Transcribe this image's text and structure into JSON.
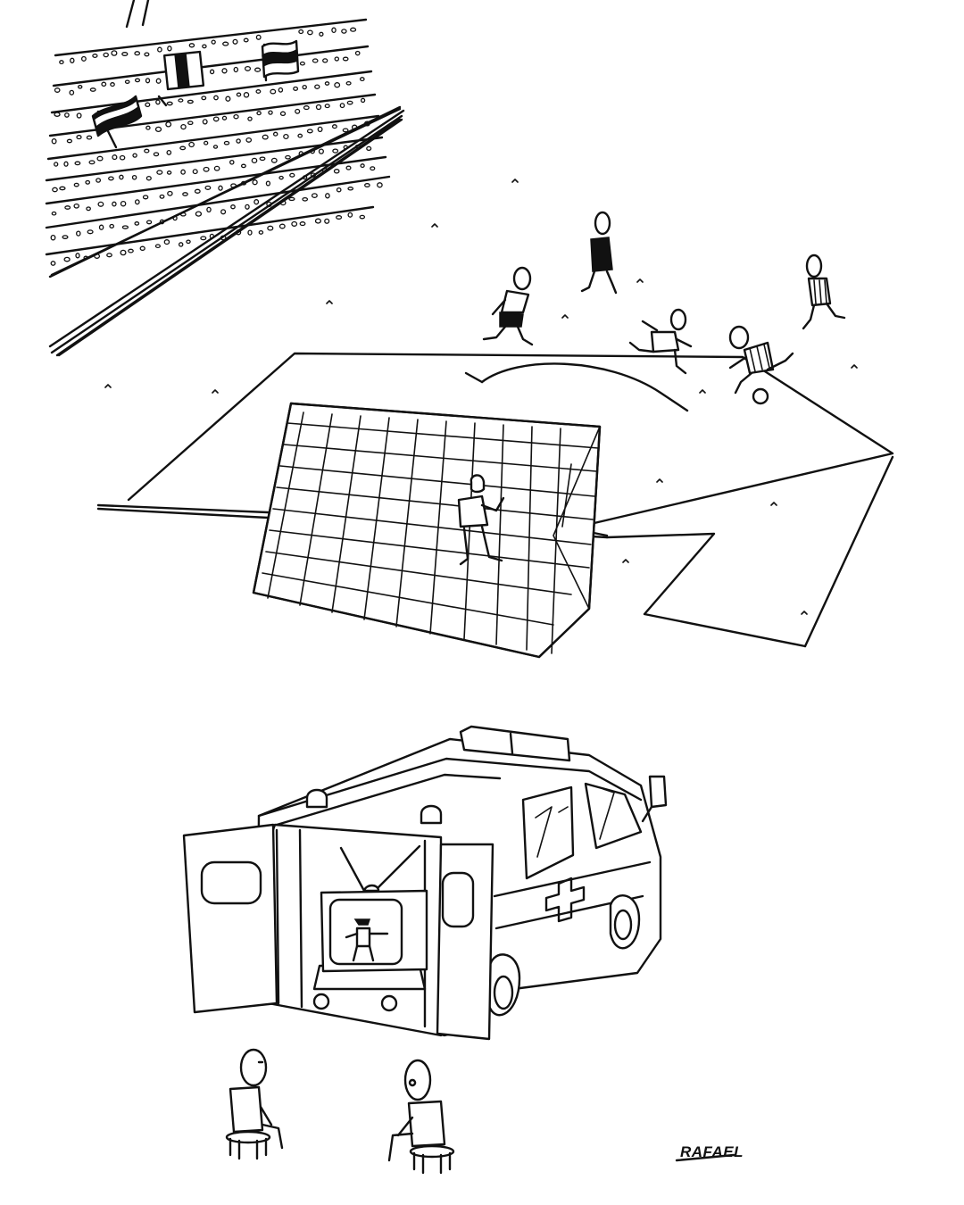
{
  "signature": {
    "text": "RAFAEL"
  },
  "scene": {
    "top_panel": "stadium",
    "bottom_panel": "ambulance"
  },
  "colors": {
    "ink": "#111111",
    "paper": "#ffffff"
  },
  "icons": [
    "stadium-stands",
    "flag",
    "goal-net",
    "football-player",
    "ball",
    "ambulance",
    "red-cross",
    "television",
    "stool",
    "medic"
  ]
}
